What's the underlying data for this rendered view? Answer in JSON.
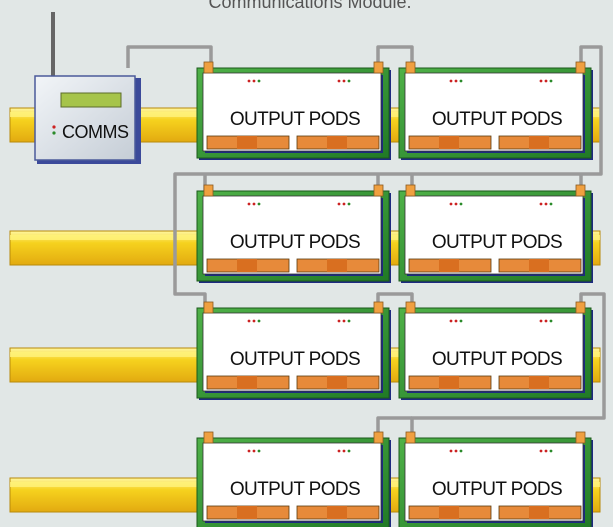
{
  "caption": "Communications Module.",
  "comms": {
    "label": "COMMS"
  },
  "pod_label": "OUTPUT PODS",
  "rows": [
    {
      "pods": [
        "OUTPUT PODS",
        "OUTPUT PODS"
      ]
    },
    {
      "pods": [
        "OUTPUT PODS",
        "OUTPUT PODS"
      ]
    },
    {
      "pods": [
        "OUTPUT PODS",
        "OUTPUT PODS"
      ]
    },
    {
      "pods": [
        "OUTPUT PODS",
        "OUTPUT PODS"
      ]
    }
  ],
  "colors": {
    "background": "#e1e7e6",
    "rail": "#f2c418",
    "rail_highlight": "#fff27a",
    "pod_frame": "#2b8a2c",
    "pod_shadow": "#1d2a80",
    "pod_panel": "#ffffff",
    "pod_strip": "#e78a3a",
    "connector": "#f0a040",
    "cable": "#9a9a9a",
    "comms_body": "#d9dfe6",
    "lcd": "#a6c44a",
    "led_red": "#cc2222",
    "led_green": "#2a8a2a"
  }
}
